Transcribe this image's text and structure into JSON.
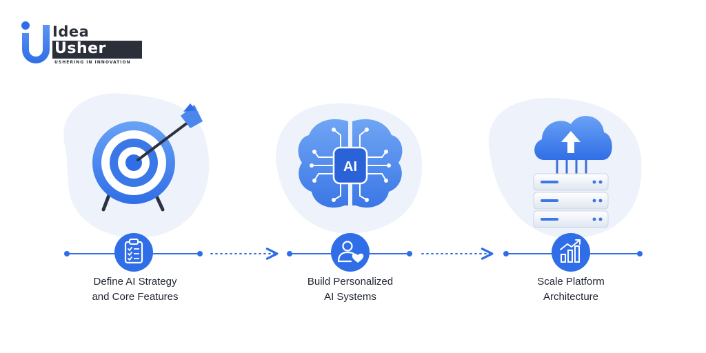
{
  "logo": {
    "word_top": "Idea",
    "word_bottom": "Usher",
    "tagline": "USHERING IN INNOVATION"
  },
  "colors": {
    "primary": "#2f6ee6",
    "primary_light": "#5b95f3",
    "blob": "#eef3fb",
    "text": "#1f2430",
    "logo_dark": "#2b2f3a"
  },
  "steps": [
    {
      "icon": "target-arrow-icon",
      "badge_icon": "clipboard-checklist-icon",
      "line1": "Define AI Strategy",
      "line2": "and Core Features"
    },
    {
      "icon": "ai-brain-icon",
      "icon_text": "AI",
      "badge_icon": "user-heart-icon",
      "line1": "Build Personalized",
      "line2": "AI Systems"
    },
    {
      "icon": "cloud-server-icon",
      "badge_icon": "growth-chart-icon",
      "line1": "Scale Platform",
      "line2": "Architecture"
    }
  ]
}
